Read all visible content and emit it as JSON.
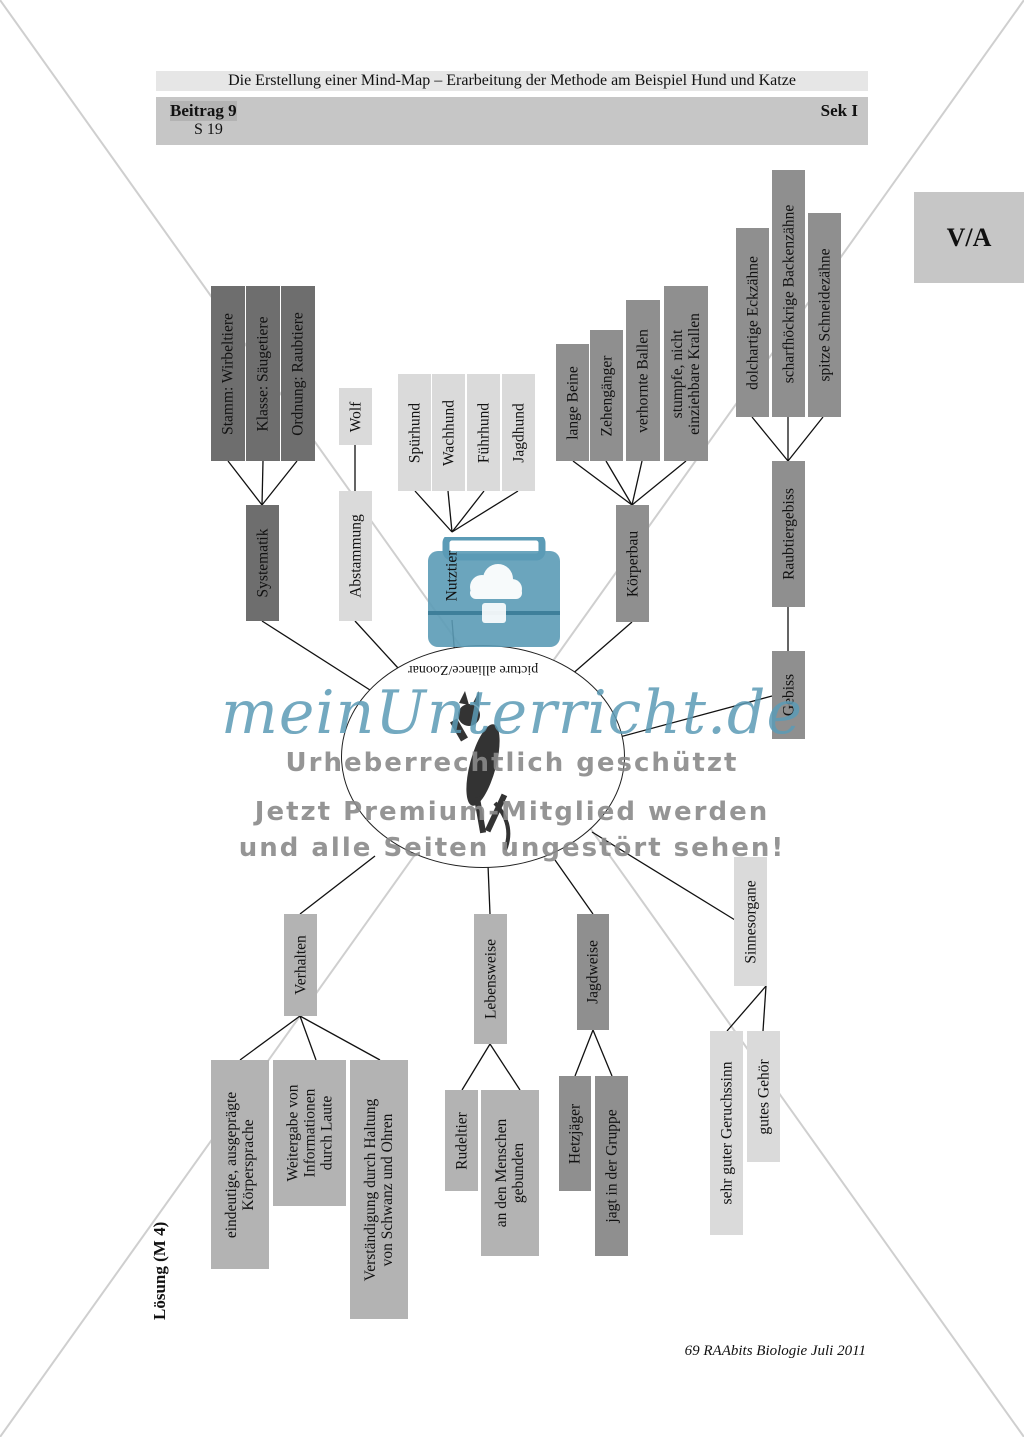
{
  "header": {
    "title": "Die Erstellung einer Mind-Map – Erarbeitung der Methode am Beispiel Hund und Katze",
    "beitrag": "Beitrag 9",
    "page": "S 19",
    "level": "Sek I"
  },
  "tab_label": "V/A",
  "credit": "picture alliance/Zoonar",
  "watermark": {
    "logo": "meinUnterricht.de",
    "line1": "Urheberrechtlich geschützt",
    "line2": "Jetzt Premium-Mitglied werden",
    "line3": "und alle Seiten ungestört sehen!"
  },
  "mindmap": {
    "systematik": "Systematik",
    "stamm": "Stamm: Wirbeltiere",
    "klasse": "Klasse: Säugetiere",
    "ordnung": "Ordnung: Raubtiere",
    "abstammung": "Abstammung",
    "wolf": "Wolf",
    "nutztier": "Nutztier",
    "spuerhund": "Spürhund",
    "wachhund": "Wachhund",
    "fuehrhund": "Führhund",
    "jagdhund": "Jagdhund",
    "koerperbau": "Körperbau",
    "lange_beine": "lange Beine",
    "zehengaenger": "Zehengänger",
    "ballen": "verhornte Ballen",
    "krallen_1": "stumpfe, nicht",
    "krallen_2": "einziehbare Krallen",
    "raubtiergebiss": "Raubtiergebiss",
    "eckzaehne": "dolchartige Eckzähne",
    "backenzaehne": "scharfhöckrige Backenzähne",
    "schneidezaehne": "spitze Schneidezähne",
    "gebiss": "Gebiss",
    "verhalten": "Verhalten",
    "koerpersprache_1": "eindeutige, ausgeprägte",
    "koerpersprache_2": "Körpersprache",
    "weitergabe_1": "Weitergabe von",
    "weitergabe_2": "Informationen",
    "weitergabe_3": "durch Laute",
    "verstaendigung_1": "Verständigung durch Haltung",
    "verstaendigung_2": "von Schwanz und Ohren",
    "lebensweise": "Lebensweise",
    "rudeltier": "Rudeltier",
    "menschen_1": "an den Menschen",
    "menschen_2": "gebunden",
    "jagdweise": "Jagdweise",
    "hetzjaeger": "Hetzjäger",
    "gruppe": "jagt in der Gruppe",
    "sinnesorgane": "Sinnesorgane",
    "geruchssinn": "sehr guter Geruchssinn",
    "gehoer": "gutes Gehör"
  },
  "loesung": "Lösung (M 4)",
  "footer": "69 RAAbits Biologie Juli 2011"
}
